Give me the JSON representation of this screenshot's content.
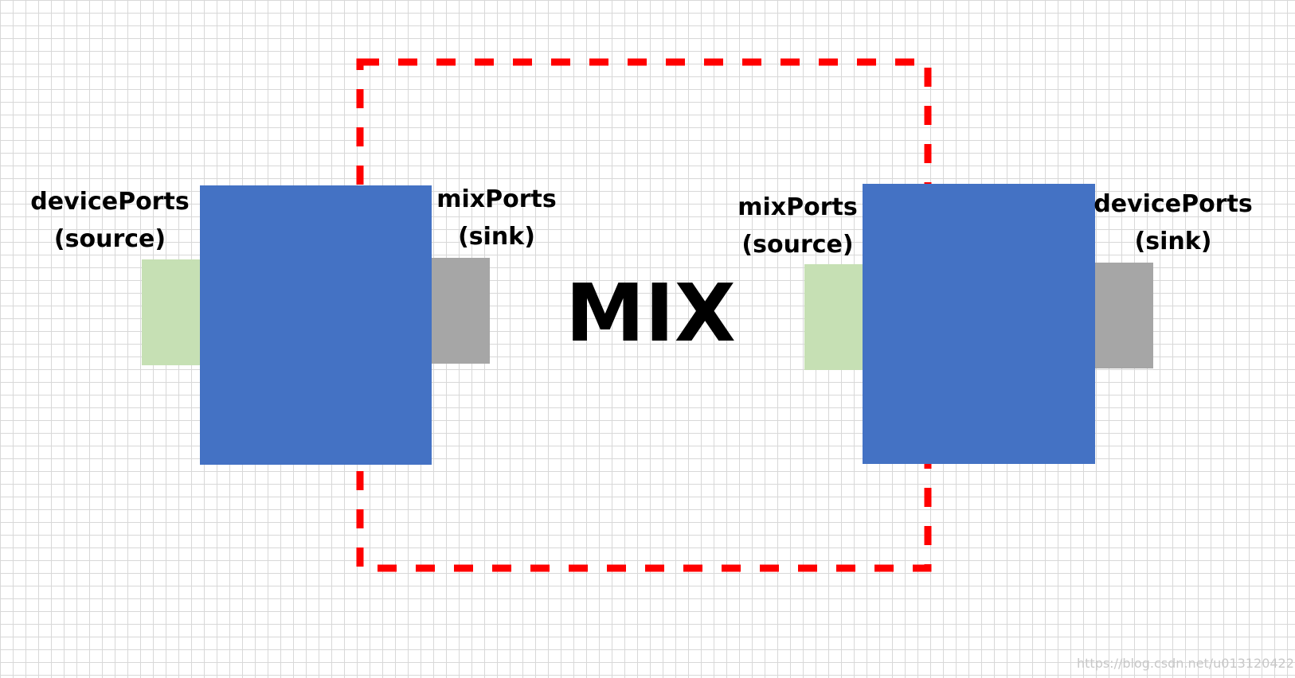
{
  "colors": {
    "background": "#ffffff",
    "grid": "#d8d8d8",
    "node_body": "#4472c4",
    "source_port": "#c6e0b4",
    "sink_port": "#a6a6a6",
    "mix_boundary": "#ff0000",
    "text": "#000000"
  },
  "mix_label": "MIX",
  "left_node": {
    "source_port_label": "devicePorts\n(source)",
    "sink_port_label": "mixPorts\n(sink)"
  },
  "right_node": {
    "source_port_label": "mixPorts\n(source)",
    "sink_port_label": "devicePorts\n(sink)"
  },
  "watermark": "https://blog.csdn.net/u013120422"
}
